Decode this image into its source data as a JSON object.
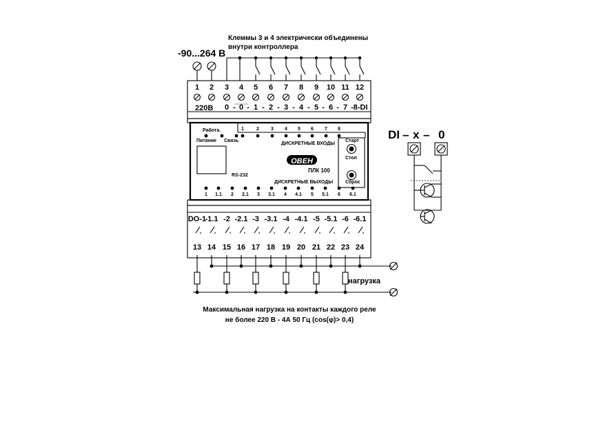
{
  "notes": {
    "merged_line1": "Клеммы 3 и 4 электрически объединены",
    "merged_line2": "внутри контроллера",
    "supply": "-90...264 В",
    "supply_nominal": "220В"
  },
  "terminals_top": [
    "1",
    "2",
    "3",
    "4",
    "5",
    "6",
    "7",
    "8",
    "9",
    "10",
    "11",
    "12"
  ],
  "input_signals": [
    "0",
    "-",
    "0",
    "-",
    "1",
    "-",
    "2",
    "-",
    "3",
    "-",
    "4",
    "-",
    "5",
    "-",
    "6",
    "-",
    "7",
    "-",
    "8-DI"
  ],
  "terminals_bottom": [
    "13",
    "14",
    "15",
    "16",
    "17",
    "18",
    "19",
    "20",
    "21",
    "22",
    "23",
    "24"
  ],
  "output_signals": [
    "DO-1",
    "-1.1",
    "-2",
    "-2.1",
    "-3",
    "-3.1",
    "-4",
    "-4.1",
    "-5",
    "-5.1",
    "-6",
    "-6.1"
  ],
  "panel": {
    "label_power": "Питание",
    "label_work": "Работа.",
    "label_link": "Связь",
    "rs232": "RS-232",
    "logo": "ОВЕН",
    "model": "ПЛК 100",
    "input_numbers": [
      "1",
      "2",
      "3",
      "4",
      "5",
      "6",
      "7",
      "8"
    ],
    "discrete_inputs": "ДИСКРЕТНЫЕ ВХОДЫ",
    "discrete_outputs": "ДИСКРЕТНЫЕ ВЫХОДЫ",
    "start": "Старт",
    "stop": "Стоп",
    "reset": "Сброс",
    "output_numbers": [
      "1",
      "1.1",
      "2",
      "2.1",
      "3",
      "3.1",
      "4",
      "4.1",
      "5",
      "5.1",
      "6",
      "6.1"
    ]
  },
  "load_label": "нагрузка",
  "inset": {
    "di": "DI",
    "dash1": "–",
    "x": "x",
    "dash2": "–",
    "zero": "0"
  },
  "caption": {
    "line1": "Максимальная нагрузка на контакты каждого реле",
    "line2": "не более 220 В - 4А 50 Гц (cos(φ)> 0,4)"
  }
}
